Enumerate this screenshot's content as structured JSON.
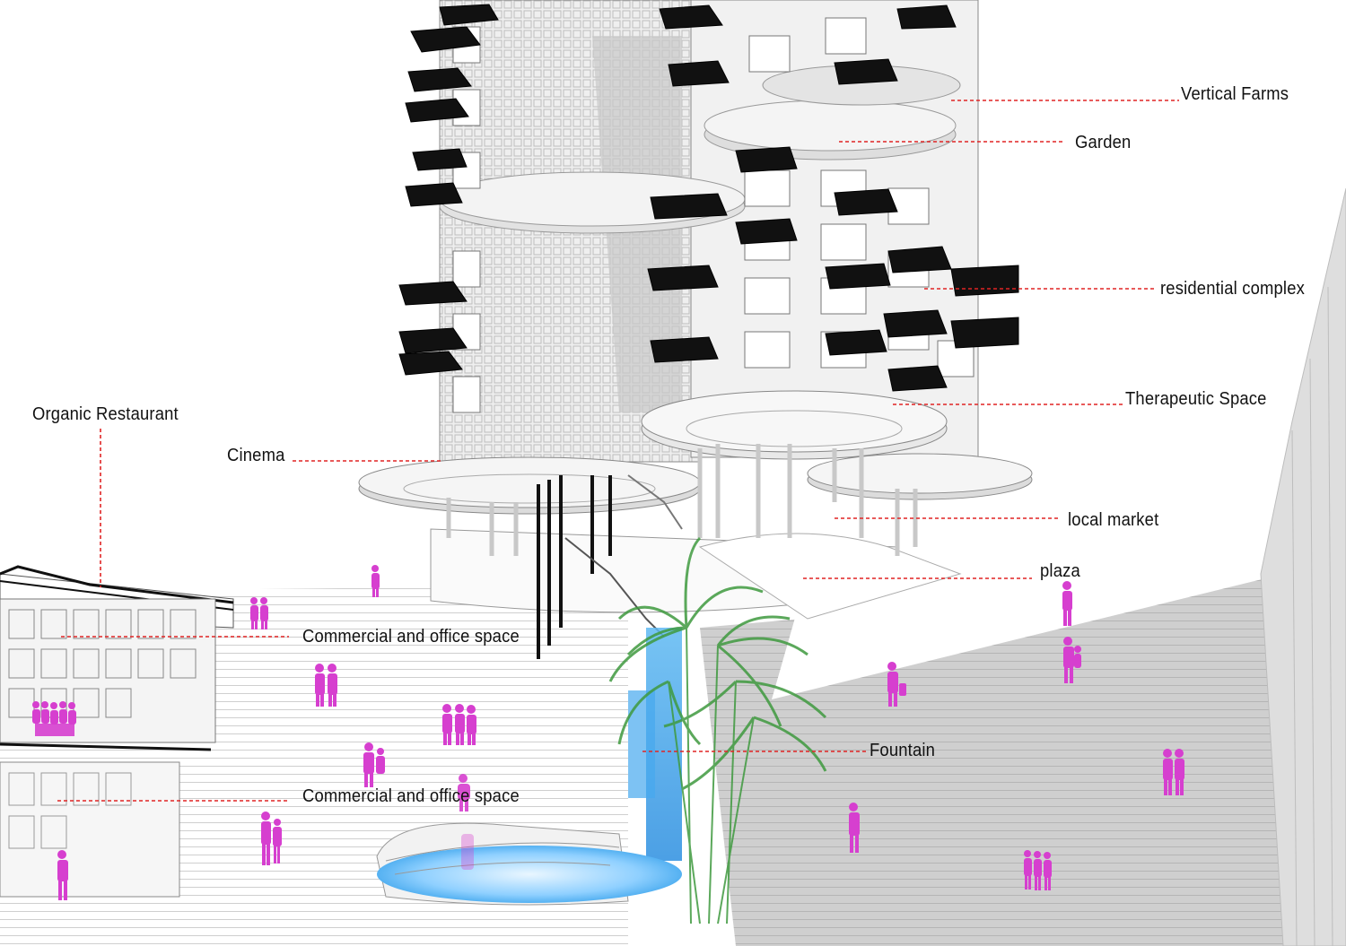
{
  "labels": {
    "vertical_farms": "Vertical Farms",
    "garden": "Garden",
    "residential_complex": "residential complex",
    "therapeutic_space": "Therapeutic Space",
    "organic_restaurant": "Organic Restaurant",
    "cinema": "Cinema",
    "local_market": "local market",
    "plaza": "plaza",
    "commercial_office_upper": "Commercial and office space",
    "fountain": "Fountain",
    "commercial_office_lower": "Commercial and office space"
  },
  "colors": {
    "callout": "#e02424",
    "people": "#d63fcf",
    "water": "#3aa7ee",
    "plants": "#3f9a3f",
    "balcony": "#111111",
    "facade": "#e6e6e6",
    "shadow": "#c7c7c7"
  }
}
